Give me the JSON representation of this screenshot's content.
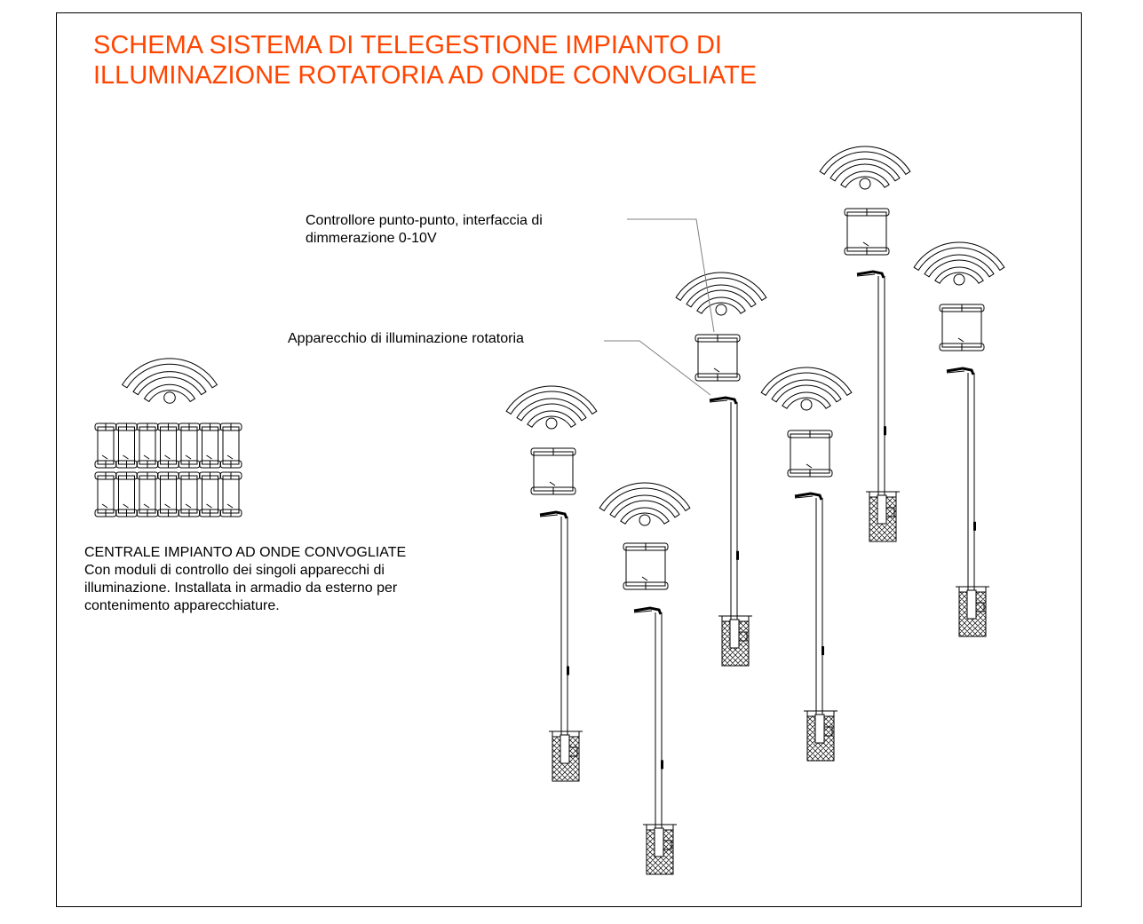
{
  "title": {
    "line1": "SCHEMA SISTEMA DI TELEGESTIONE IMPIANTO DI",
    "line2": "ILLUMINAZIONE ROTATORIA AD ONDE CONVOGLIATE",
    "color": "#ff4500"
  },
  "labels": {
    "controller": {
      "line1": "Controllore punto-punto, interfaccia di",
      "line2": "dimmerazione 0-10V"
    },
    "fixture": "Apparecchio di illuminazione rotatoria"
  },
  "central": {
    "heading": "CENTRALE IMPIANTO AD ONDE CONVOGLIATE",
    "description": [
      "Con moduli di controllo dei singoli apparecchi di",
      "illuminazione. Installata in armadio da esterno per",
      "contenimento apparecchiature."
    ]
  },
  "icons": [
    "wifi-signal-icon",
    "controller-module-icon",
    "street-light-pole-icon",
    "foundation-plinth-icon"
  ],
  "colors": {
    "lines": "#000000",
    "leader": "#808080"
  }
}
